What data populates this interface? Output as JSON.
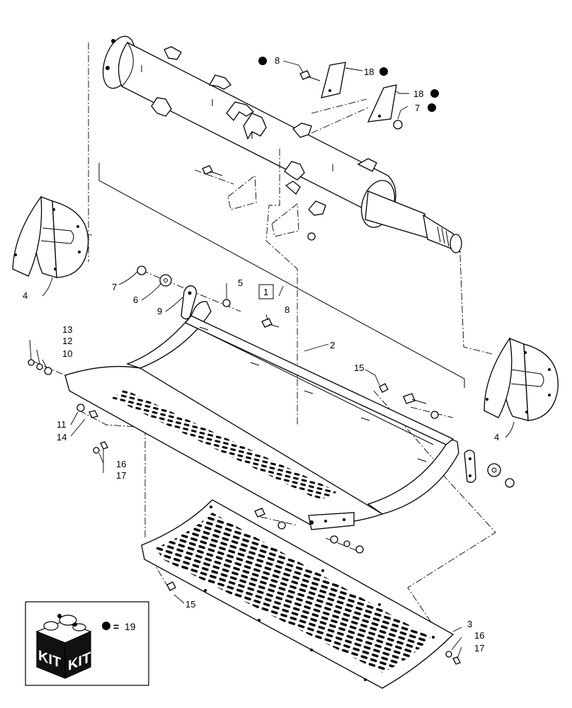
{
  "callouts": {
    "c1": "1",
    "c2": "2",
    "c3": "3",
    "c4a": "4",
    "c4b": "4",
    "c5": "5",
    "c6": "6",
    "c7a": "7",
    "c7b": "7",
    "c8a": "8",
    "c8b": "8",
    "c9": "9",
    "c10": "10",
    "c11": "11",
    "c12": "12",
    "c13": "13",
    "c14": "14",
    "c15a": "15",
    "c15b": "15",
    "c16a": "16",
    "c16b": "16",
    "c17a": "17",
    "c17b": "17",
    "c18a": "18",
    "c18b": "18"
  },
  "legend": {
    "kit_word_1": "KIT",
    "kit_word_2": "KIT",
    "equals": "=",
    "kit_ref": "19"
  },
  "colors": {
    "line": "#000000",
    "background": "#ffffff"
  }
}
